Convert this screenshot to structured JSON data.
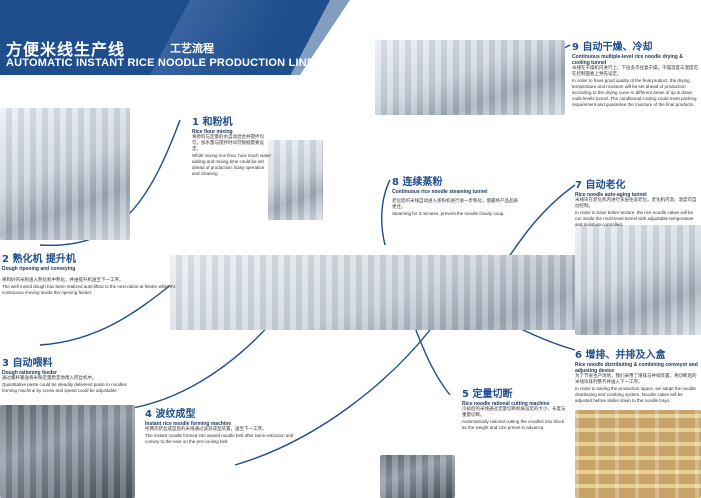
{
  "header": {
    "title_cn": "方便米线生产线",
    "subtitle_cn": "工艺流程",
    "title_en": "AUTOMATIC INSTANT RICE NOODLE PRODUCTION LINE"
  },
  "steps": [
    {
      "heading": "1 和粉机",
      "sub": "Rice flour mixing",
      "cn": "将原料与定量的水自动混合并搅拌均匀，加水量与搅拌时间可根据需要设定。",
      "en": "While mixing rice flour, how much water adding and mixing time could be set ahead of production. Easy operation and cleaning."
    },
    {
      "heading": "2 熟化机 提升机",
      "sub": "Dough ripening and conveying",
      "cn": "将和好的米粉送入熟化机中熟化，并由提升机送至下一工序。",
      "en": "The well mixed dough has been realized auto-lifted to the next ration-al feeder while it's continuous moving inside the ripening feeder."
    },
    {
      "heading": "3 自动喂料",
      "sub": "Dough rationing feeder",
      "cn": "通过螺杆输送将米粉定量稳定地喂入挤丝机中。",
      "en": "Quantitative paste could be steadily delivered paste to noodles forming machine by screw and speed could be adjustable."
    },
    {
      "heading": "4 波纹成型",
      "sub": "Instant rice noodle forming machine",
      "cn": "经两次挤丝成型后的米线通过波浪成型装置，送至下一工序。",
      "en": "The instant noodle formed into waved noodle belt after twice extrusion and convey to the next on the pre-cooling belt."
    },
    {
      "heading": "5 定量切断",
      "sub": "Rice noodle rational cutting machine",
      "cn": "冷却后的米线通过定量切断机按设定的大小、长度与重量切断。",
      "en": "Automatically rational cutting the noodles into block as the weight and size preset in advance."
    },
    {
      "heading": "6 增排、并排及入盒",
      "sub": "Rice noodle distributing & combining conveyor and adjusting device",
      "cn": "为了节省生产场地，我们采用了增排与并排装置，将切断后的米线块排列整齐并送入下一工序。",
      "en": "In order to saving the production space, we adopt the noodle distributing and combing system. Noodle cakes will be adjusted before slides down to the noodle trays."
    },
    {
      "heading": "7 自动老化",
      "sub": "Rice noodle auto-aging tunnel",
      "cn": "米线块在老化机内进行多层往返老化，老化机内温、湿度可自动控制。",
      "en": "In order to have better texture, the rice noodle cakes will be run inside the multi-level tunnel with adjustable temperature and moisture controlled."
    },
    {
      "heading": "8 连续蒸粉",
      "sub": "Continuous rice noodle steaming tunnel",
      "cn": "老化后的米线自动进入蒸粉机进行进一步熟化，使最终产品品质更佳。",
      "en": "Steaming for 3 minutes, prevent the noodle cloudy soup."
    },
    {
      "heading": "9 自动干燥、冷却",
      "sub": "Continuous multiple-level rice noodle drying & cooling tunnel",
      "cn": "米线在干燥机内进行上、下层多次往复干燥，干燥温度与湿度可在控制面板上预先设定。",
      "en": "In order to have good quality of the final product, the drying temperature and moisture will be set ahead of production according to the drying curve in different areas of up & down multi-levels tunnel. The conditional cooling could meet packing requirement and guarantee the moisture of the final products."
    }
  ],
  "colors": {
    "brand_blue": "#1f4e8c",
    "text_dark": "#222222"
  }
}
